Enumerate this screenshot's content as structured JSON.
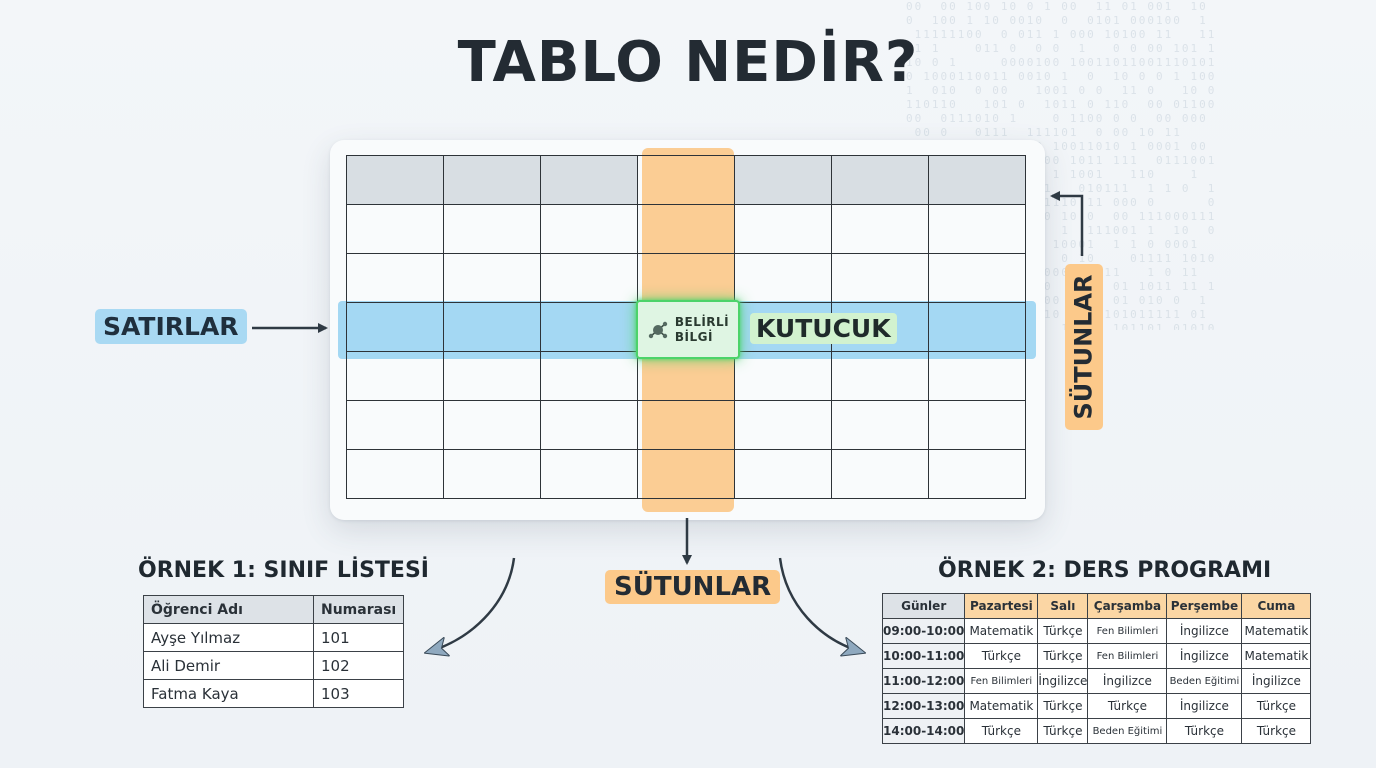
{
  "title": "TABLO NEDİR?",
  "diagram": {
    "rows_label": "SATIRLAR",
    "columns_label_side": "SÜTUNLAR",
    "columns_label_bottom": "SÜTUNLAR",
    "cell_label": "KUTUCUK",
    "cell_content_line1": "BELİRLİ",
    "cell_content_line2": "BİLGİ",
    "grid_rows": 7,
    "grid_cols": 7,
    "highlight_row": 4,
    "highlight_col": 4
  },
  "example1": {
    "title": "ÖRNEK 1: SINIF LİSTESİ",
    "headers": [
      "Öğrenci Adı",
      "Numarası"
    ],
    "rows": [
      [
        "Ayşe Yılmaz",
        "101"
      ],
      [
        "Ali Demir",
        "102"
      ],
      [
        "Fatma Kaya",
        "103"
      ]
    ]
  },
  "example2": {
    "title": "ÖRNEK 2: DERS PROGRAMI",
    "headers": [
      "Günler",
      "Pazartesi",
      "Salı",
      "Çarşamba",
      "Perşembe",
      "Cuma"
    ],
    "rows": [
      [
        "09:00-10:00",
        "Matematik",
        "Türkçe",
        "Fen Bilimleri",
        "İngilizce",
        "Matematik"
      ],
      [
        "10:00-11:00",
        "Türkçe",
        "Türkçe",
        "Fen Bilimleri",
        "İngilizce",
        "Matematik"
      ],
      [
        "11:00-12:00",
        "Fen Bilimleri",
        "İngilizce",
        "İngilizce",
        "Beden Eğitimi",
        "İngilizce"
      ],
      [
        "12:00-13:00",
        "Matematik",
        "Türkçe",
        "Türkçe",
        "İngilizce",
        "Türkçe"
      ],
      [
        "14:00-14:00",
        "Türkçe",
        "Türkçe",
        "Beden Eğitimi",
        "Türkçe",
        "Türkçe"
      ]
    ]
  },
  "colors": {
    "row_highlight": "#9fd6f2",
    "column_highlight": "#fbc98b",
    "cell_highlight": "#4cd36a",
    "schedule_header": "#fbd6a4"
  },
  "icons": {
    "cell_icon": "network-nodes-icon"
  }
}
